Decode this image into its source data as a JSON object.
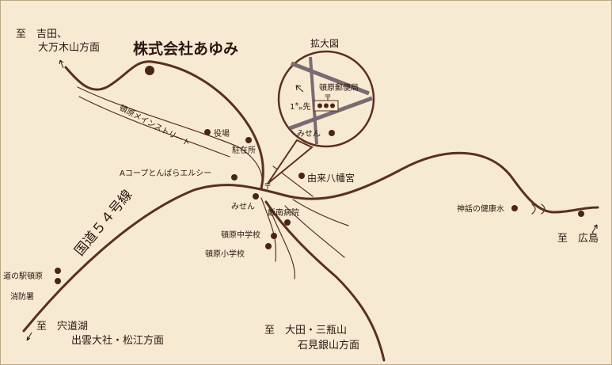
{
  "title": "株式会社あゆみ",
  "directions": {
    "northwest": [
      "至　吉田、",
      "大万木山方面"
    ],
    "southwest": [
      "至　宍道湖",
      "出雲大社・松江方面"
    ],
    "south": [
      "至　大田・三瓶山",
      "石見銀山方面"
    ],
    "east": [
      "至　広島"
    ]
  },
  "roads": {
    "route54": "国道５４号線",
    "main_street": "頓原メインストリート"
  },
  "landmarks": {
    "yakuba": "役場",
    "chuzaisho": "駐在所",
    "acoop": "Aコープとんばらエルシー",
    "misen": "みせん",
    "hannan_hospital": "飯南病院",
    "yuki_shrine": "由来八幡宮",
    "junior_high": "頓原中学校",
    "elementary": "頓原小学校",
    "michinoeki": "道の駅頓原",
    "fire_station": "消防署",
    "kamigatari": "神話の健康水"
  },
  "inset": {
    "title": "拡大図",
    "post_office": "頓原郵便局",
    "distance": "1㌔先",
    "misen": "みせん",
    "post_mark": "〒"
  },
  "post_mark": "〒",
  "colors": {
    "background": "#f6ead3",
    "road": "#5a3020",
    "inset_road": "#7a6a72",
    "marker": "#4a2418"
  }
}
